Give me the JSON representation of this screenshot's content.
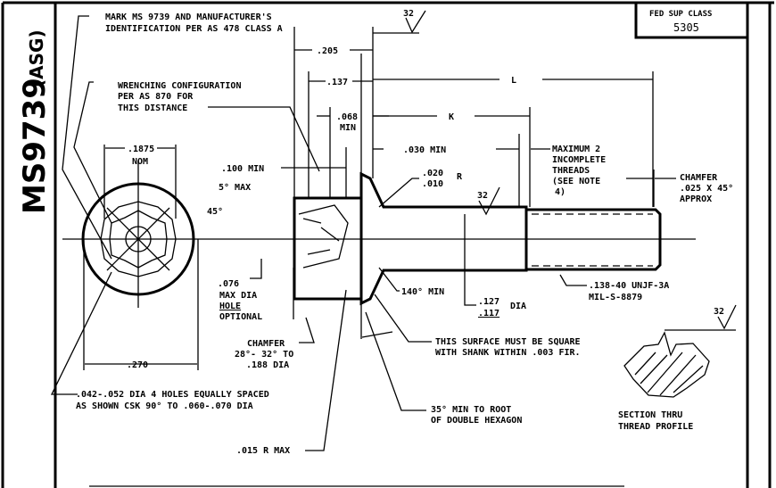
{
  "title_block": {
    "part_number": "MS9739",
    "suffix": "(ASG)"
  },
  "fsc_box": {
    "label": "FED SUP CLASS",
    "value": "5305"
  },
  "notes": {
    "marking": [
      "MARK MS 9739  AND MANUFACTURER'S",
      "IDENTIFICATION PER AS 478 CLASS A"
    ],
    "wrenching": [
      "WRENCHING CONFIGURATION",
      "PER AS 870 FOR",
      "THIS DISTANCE"
    ],
    "holes": [
      ".042-.052 DIA 4 HOLES EQUALLY SPACED",
      "AS SHOWN CSK 90° TO .060-.070 DIA"
    ],
    "hole_optional": [
      ".076",
      "MAX DIA",
      "HOLE",
      "OPTIONAL"
    ],
    "chamfer_head": [
      "CHAMFER",
      "28°- 32° TO",
      ".188 DIA"
    ],
    "radius_max": ".015 R MAX",
    "square_surface": [
      "THIS SURFACE MUST BE SQUARE",
      "WITH SHANK WITHIN .003 FIR."
    ],
    "hex_root": [
      "35° MIN TO ROOT",
      "OF DOUBLE HEXAGON"
    ],
    "incomplete_threads": [
      "MAXIMUM 2",
      "INCOMPLETE",
      "THREADS",
      "(SEE NOTE",
      "4)"
    ],
    "chamfer_end": [
      "CHAMFER",
      ".025 X 45°",
      "APPROX"
    ],
    "thread_spec": [
      ".138-40 UNJF-3A",
      "MIL-S-8879"
    ],
    "section_label": [
      "SECTION THRU",
      "THREAD PROFILE"
    ]
  },
  "dimensions": {
    "nom": [
      ".1875",
      "NOM"
    ],
    "across": ".270",
    "d205": ".205",
    "d137": ".137",
    "d068": [
      ".068",
      "MIN"
    ],
    "d100": ".100 MIN",
    "five_max": "5° MAX",
    "angle45": "45°",
    "L": "L",
    "K": "K",
    "d030": ".030 MIN",
    "radius": [
      ".020",
      ".010",
      "R"
    ],
    "angle140": "140° MIN",
    "shank_dia": [
      ".127",
      ".117",
      "DIA"
    ],
    "finish": [
      "32",
      "32",
      "32"
    ]
  }
}
